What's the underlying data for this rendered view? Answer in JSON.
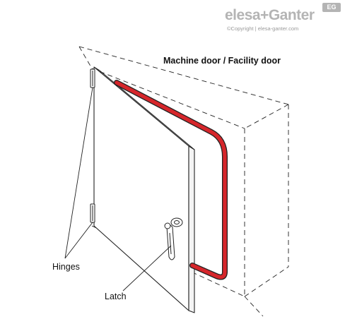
{
  "logo": {
    "brand": "elesa+Ganter",
    "badge": "EG",
    "copyright": "©Copyright | elesa-ganter.com"
  },
  "diagram": {
    "title": "Machine door / Facility door",
    "labels": {
      "hinges": "Hinges",
      "latch": "Latch"
    }
  },
  "colors": {
    "handle": "#d6262b",
    "line": "#222222",
    "logo": "#b4b4b4"
  }
}
